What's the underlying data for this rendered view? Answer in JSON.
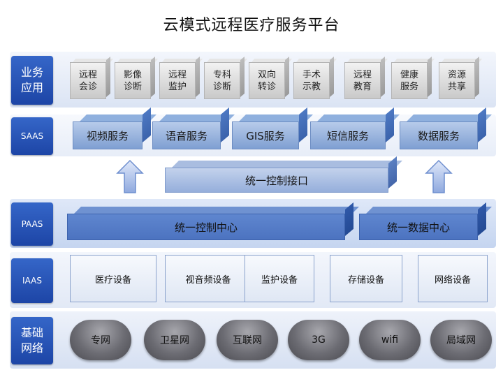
{
  "title": "云模式远程医疗服务平台",
  "colors": {
    "label_blue": "#2a55b8",
    "band_light": "#e8eef9",
    "band_mid": "#cfdcf2"
  },
  "layers": {
    "business": {
      "label": "业务\n应用",
      "items": [
        "远程\n会诊",
        "影像\n诊断",
        "远程\n监护",
        "专科\n诊断",
        "双向\n转诊",
        "手术\n示教",
        "远程\n教育",
        "健康\n服务",
        "资源\n共享"
      ]
    },
    "saas": {
      "label": "SAAS",
      "items": [
        "视频服务",
        "语音服务",
        "GIS服务",
        "短信服务",
        "数据服务"
      ],
      "interface": "统一控制接口"
    },
    "paas": {
      "label": "PAAS",
      "control": "统一控制中心",
      "data": "统一数据中心"
    },
    "iaas": {
      "label": "IAAS",
      "items": [
        "医疗设备",
        "视音频设备",
        "监护设备",
        "存储设备",
        "网络设备"
      ]
    },
    "network": {
      "label": "基础\n网络",
      "items": [
        "专网",
        "卫星网",
        "互联网",
        "3G",
        "wifi",
        "局域网"
      ]
    }
  }
}
